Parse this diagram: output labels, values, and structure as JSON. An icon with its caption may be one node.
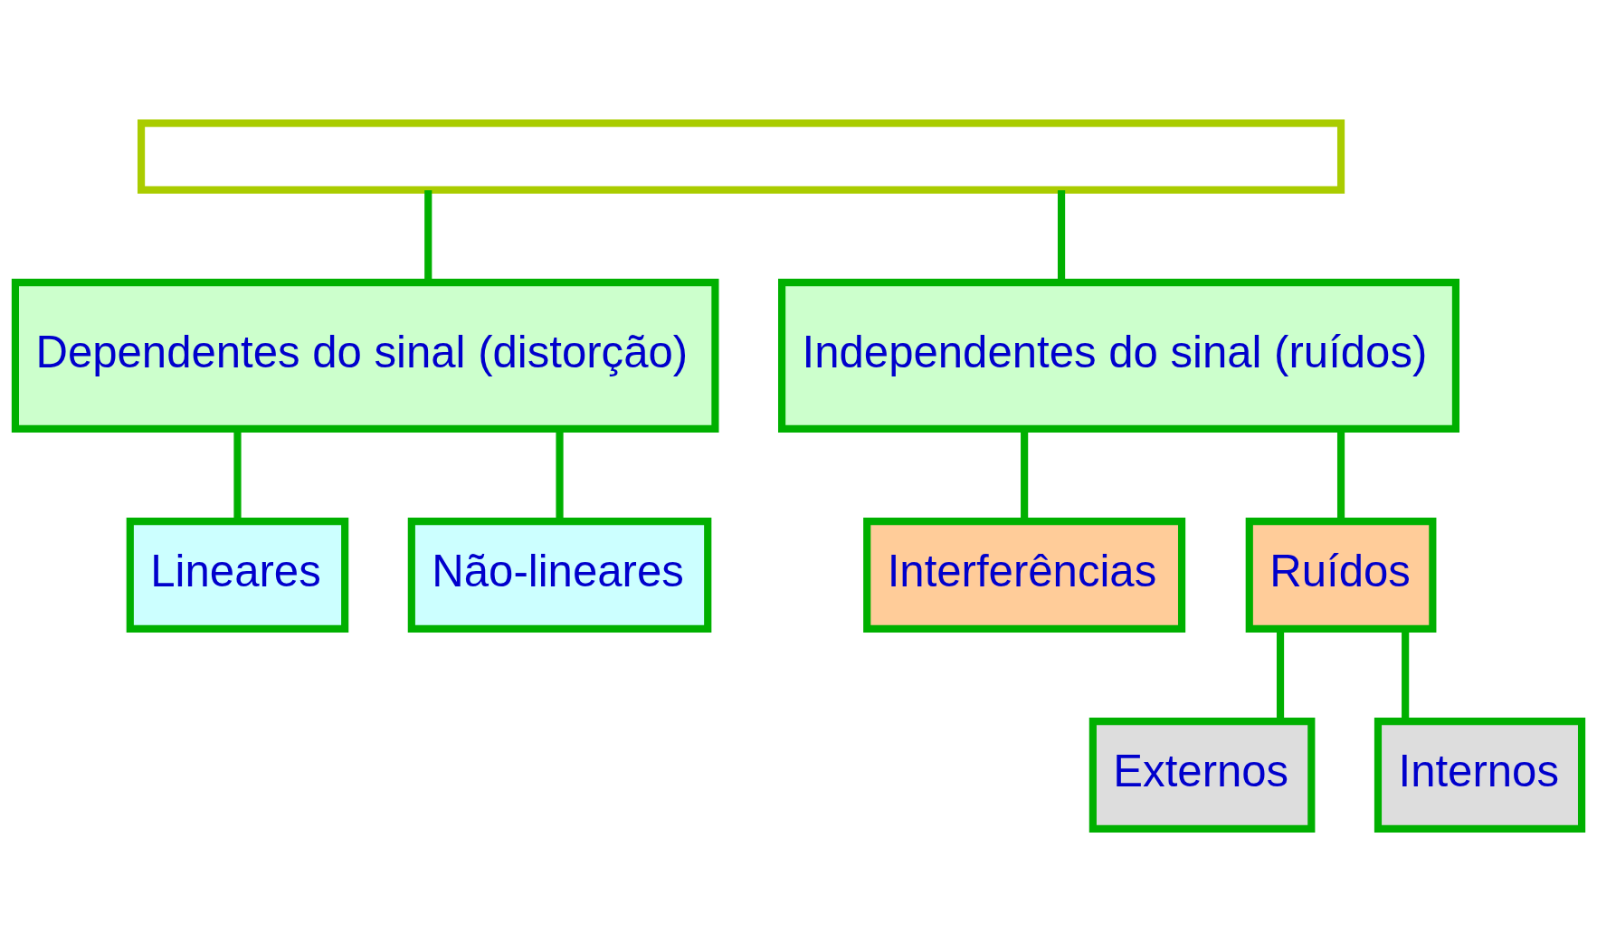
{
  "diagram": {
    "nodes": [
      {
        "text": [],
        "shape": "box"
      },
      {
        "text": [
          "Dependentes do sinal (distorção)"
        ]
      },
      {
        "text": [
          "Independentes do sinal (ruídos)"
        ]
      },
      {
        "text": [
          "Lineares"
        ]
      },
      {
        "text": [
          "Não-lineares"
        ]
      },
      {
        "text": [
          "Interferências"
        ]
      },
      {
        "text": [
          "Ruídos"
        ]
      },
      {
        "text": [
          "Externos"
        ]
      },
      {
        "text": [
          "Internos"
        ]
      }
    ],
    "edges": [
      {
        "from": 0,
        "to": 1,
        "arrow": "none"
      },
      {
        "from": 0,
        "to": 2,
        "arrow": "none"
      },
      {
        "from": 1,
        "to": 3,
        "arrow": "none"
      },
      {
        "from": 1,
        "to": 4,
        "arrow": "none"
      },
      {
        "from": 2,
        "to": 5,
        "arrow": "none"
      },
      {
        "from": 2,
        "to": 6,
        "arrow": "none"
      },
      {
        "from": 6,
        "to": 7,
        "arrow": "none"
      },
      {
        "from": 6,
        "to": 8,
        "arrow": "none"
      }
    ]
  }
}
